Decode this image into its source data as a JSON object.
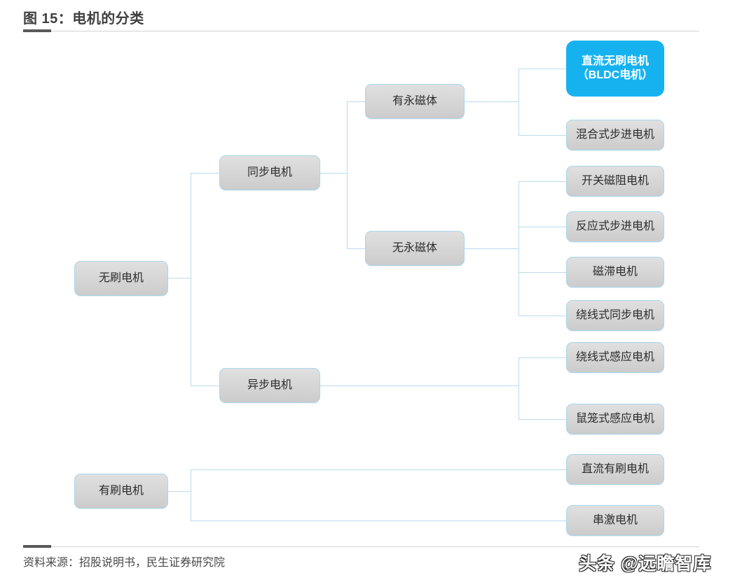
{
  "header": {
    "title": "图 15：电机的分类"
  },
  "footer": {
    "source": "资料来源：招股说明书，民生证券研究院",
    "watermark": "头条 @远瞻智库"
  },
  "colors": {
    "highlight": "#16b2f0",
    "node_border": "#a9d6ea",
    "node_fill_top": "#e0e0e0",
    "node_fill_bottom": "#cccccc",
    "connector": "#bcdcee",
    "title_text": "#404040",
    "rule": "#d2d2d2",
    "rule_marker": "#595959"
  },
  "diagram": {
    "type": "tree",
    "roots": [
      "无刷电机",
      "有刷电机"
    ],
    "nodes": {
      "brushless": "无刷电机",
      "brushed": "有刷电机",
      "synchronous": "同步电机",
      "asynchronous": "异步电机",
      "with_magnet": "有永磁体",
      "without_magnet": "无永磁体",
      "bldc": "直流无刷电机\n（BLDC电机）",
      "hybrid_stepper": "混合式步进电机",
      "switched_reluctance": "开关磁阻电机",
      "reaction_stepper": "反应式步进电机",
      "hysteresis": "磁滞电机",
      "wound_synchronous": "绕线式同步电机",
      "wound_induction": "绕线式感应电机",
      "squirrel_cage_induction": "鼠笼式感应电机",
      "brushed_dc": "直流有刷电机",
      "series_excited": "串激电机"
    },
    "edges": [
      {
        "from": "brushless",
        "to": "synchronous"
      },
      {
        "from": "brushless",
        "to": "asynchronous"
      },
      {
        "from": "synchronous",
        "to": "with_magnet"
      },
      {
        "from": "synchronous",
        "to": "without_magnet"
      },
      {
        "from": "with_magnet",
        "to": "bldc"
      },
      {
        "from": "with_magnet",
        "to": "hybrid_stepper"
      },
      {
        "from": "without_magnet",
        "to": "switched_reluctance"
      },
      {
        "from": "without_magnet",
        "to": "reaction_stepper"
      },
      {
        "from": "without_magnet",
        "to": "hysteresis"
      },
      {
        "from": "without_magnet",
        "to": "wound_synchronous"
      },
      {
        "from": "asynchronous",
        "to": "wound_induction"
      },
      {
        "from": "asynchronous",
        "to": "squirrel_cage_induction"
      },
      {
        "from": "brushed",
        "to": "brushed_dc"
      },
      {
        "from": "brushed",
        "to": "series_excited"
      }
    ],
    "highlighted": [
      "bldc"
    ]
  }
}
